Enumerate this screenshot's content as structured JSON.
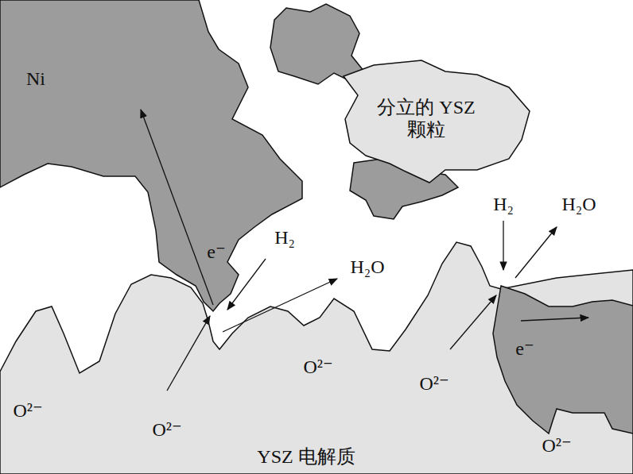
{
  "diagram": {
    "nodes": [
      {
        "text": [
          "Ni"
        ]
      },
      {
        "text": [
          "分立的 YSZ 颗粒"
        ]
      },
      {
        "text": [
          "YSZ 电解质"
        ]
      }
    ],
    "labels": [
      "e⁻",
      "H₂",
      "H₂O",
      "O²⁻",
      "O²⁻",
      "O²⁻",
      "H₂",
      "H₂O",
      "O²⁻",
      "e⁻",
      "O²⁻"
    ]
  }
}
